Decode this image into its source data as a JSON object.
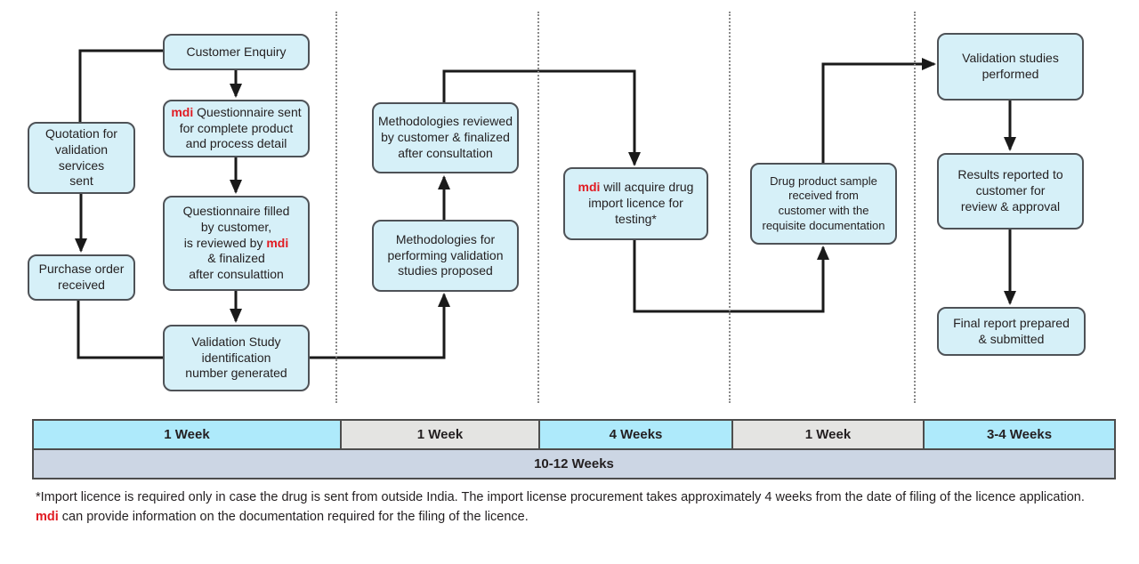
{
  "colors": {
    "box_fill": "#d6f0f8",
    "box_border": "#4e5257",
    "brand_red": "#e11b22",
    "timeline_cyan": "#aeeafb",
    "timeline_gray": "#e4e4e2",
    "timeline_total": "#ccd6e4",
    "connector": "#1a1a1a"
  },
  "flow": {
    "boxes": [
      {
        "id": "customer-enquiry",
        "lines": [
          [
            {
              "t": "Customer Enquiry"
            }
          ]
        ]
      },
      {
        "id": "questionnaire-sent",
        "lines": [
          [
            {
              "t": "mdi",
              "brand": true
            },
            {
              "t": " Questionnaire sent"
            }
          ],
          [
            {
              "t": "for complete product"
            }
          ],
          [
            {
              "t": "and process detail"
            }
          ]
        ]
      },
      {
        "id": "questionnaire-filled",
        "lines": [
          [
            {
              "t": "Questionnaire filled"
            }
          ],
          [
            {
              "t": "by customer,"
            }
          ],
          [
            {
              "t": "is reviewed by "
            },
            {
              "t": "mdi",
              "brand": true
            }
          ],
          [
            {
              "t": "& finalized"
            }
          ],
          [
            {
              "t": "after consulattion"
            }
          ]
        ]
      },
      {
        "id": "validation-study-id",
        "lines": [
          [
            {
              "t": "Validation Study"
            }
          ],
          [
            {
              "t": "identification"
            }
          ],
          [
            {
              "t": "number generated"
            }
          ]
        ]
      },
      {
        "id": "quotation",
        "lines": [
          [
            {
              "t": "Quotation for"
            }
          ],
          [
            {
              "t": "validation"
            }
          ],
          [
            {
              "t": "services"
            }
          ],
          [
            {
              "t": "sent"
            }
          ]
        ]
      },
      {
        "id": "purchase-order",
        "lines": [
          [
            {
              "t": "Purchase order"
            }
          ],
          [
            {
              "t": "received"
            }
          ]
        ]
      },
      {
        "id": "methodologies-reviewed",
        "lines": [
          [
            {
              "t": "Methodologies reviewed"
            }
          ],
          [
            {
              "t": "by customer & finalized"
            }
          ],
          [
            {
              "t": "after consultation"
            }
          ]
        ]
      },
      {
        "id": "methodologies-proposed",
        "lines": [
          [
            {
              "t": "Methodologies for"
            }
          ],
          [
            {
              "t": "performing validation"
            }
          ],
          [
            {
              "t": "studies proposed"
            }
          ]
        ]
      },
      {
        "id": "mdi-import-licence",
        "lines": [
          [
            {
              "t": "mdi",
              "brand": true
            },
            {
              "t": " will acquire drug"
            }
          ],
          [
            {
              "t": "import licence for"
            }
          ],
          [
            {
              "t": "testing*"
            }
          ]
        ]
      },
      {
        "id": "drug-sample",
        "lines": [
          [
            {
              "t": "Drug product sample"
            }
          ],
          [
            {
              "t": "received from"
            }
          ],
          [
            {
              "t": "customer with the"
            }
          ],
          [
            {
              "t": "requisite documentation"
            }
          ]
        ]
      },
      {
        "id": "validation-performed",
        "lines": [
          [
            {
              "t": "Validation studies"
            }
          ],
          [
            {
              "t": "performed"
            }
          ]
        ]
      },
      {
        "id": "results-reported",
        "lines": [
          [
            {
              "t": "Results reported to"
            }
          ],
          [
            {
              "t": "customer for"
            }
          ],
          [
            {
              "t": "review & approval"
            }
          ]
        ]
      },
      {
        "id": "final-report",
        "lines": [
          [
            {
              "t": "Final report prepared"
            }
          ],
          [
            {
              "t": "& submitted"
            }
          ]
        ]
      }
    ],
    "edges": [
      {
        "from": "customer-enquiry",
        "to": "questionnaire-sent"
      },
      {
        "from": "questionnaire-sent",
        "to": "questionnaire-filled"
      },
      {
        "from": "questionnaire-filled",
        "to": "validation-study-id"
      },
      {
        "from": "customer-enquiry",
        "to": "quotation"
      },
      {
        "from": "quotation",
        "to": "purchase-order"
      },
      {
        "from": "purchase-order",
        "to": "validation-study-id"
      },
      {
        "from": "validation-study-id",
        "to": "methodologies-proposed"
      },
      {
        "from": "methodologies-proposed",
        "to": "methodologies-reviewed"
      },
      {
        "from": "methodologies-reviewed",
        "to": "mdi-import-licence"
      },
      {
        "from": "mdi-import-licence",
        "to": "drug-sample"
      },
      {
        "from": "drug-sample",
        "to": "validation-performed"
      },
      {
        "from": "validation-performed",
        "to": "results-reported"
      },
      {
        "from": "results-reported",
        "to": "final-report"
      }
    ]
  },
  "timeline": {
    "segments": [
      {
        "label": "1 Week",
        "tone": "cyan"
      },
      {
        "label": "1 Week",
        "tone": "gray"
      },
      {
        "label": "4 Weeks",
        "tone": "cyan"
      },
      {
        "label": "1 Week",
        "tone": "gray"
      },
      {
        "label": "3-4 Weeks",
        "tone": "cyan"
      }
    ],
    "total_label": "10-12 Weeks"
  },
  "footnote": {
    "line1": "*Import licence is required only in case the drug is sent from outside India. The import license procurement takes approximately 4 weeks from the date of filing of the licence application.",
    "line2_brand": "mdi",
    "line2_rest": " can provide information on the documentation required for the filing of the licence."
  }
}
